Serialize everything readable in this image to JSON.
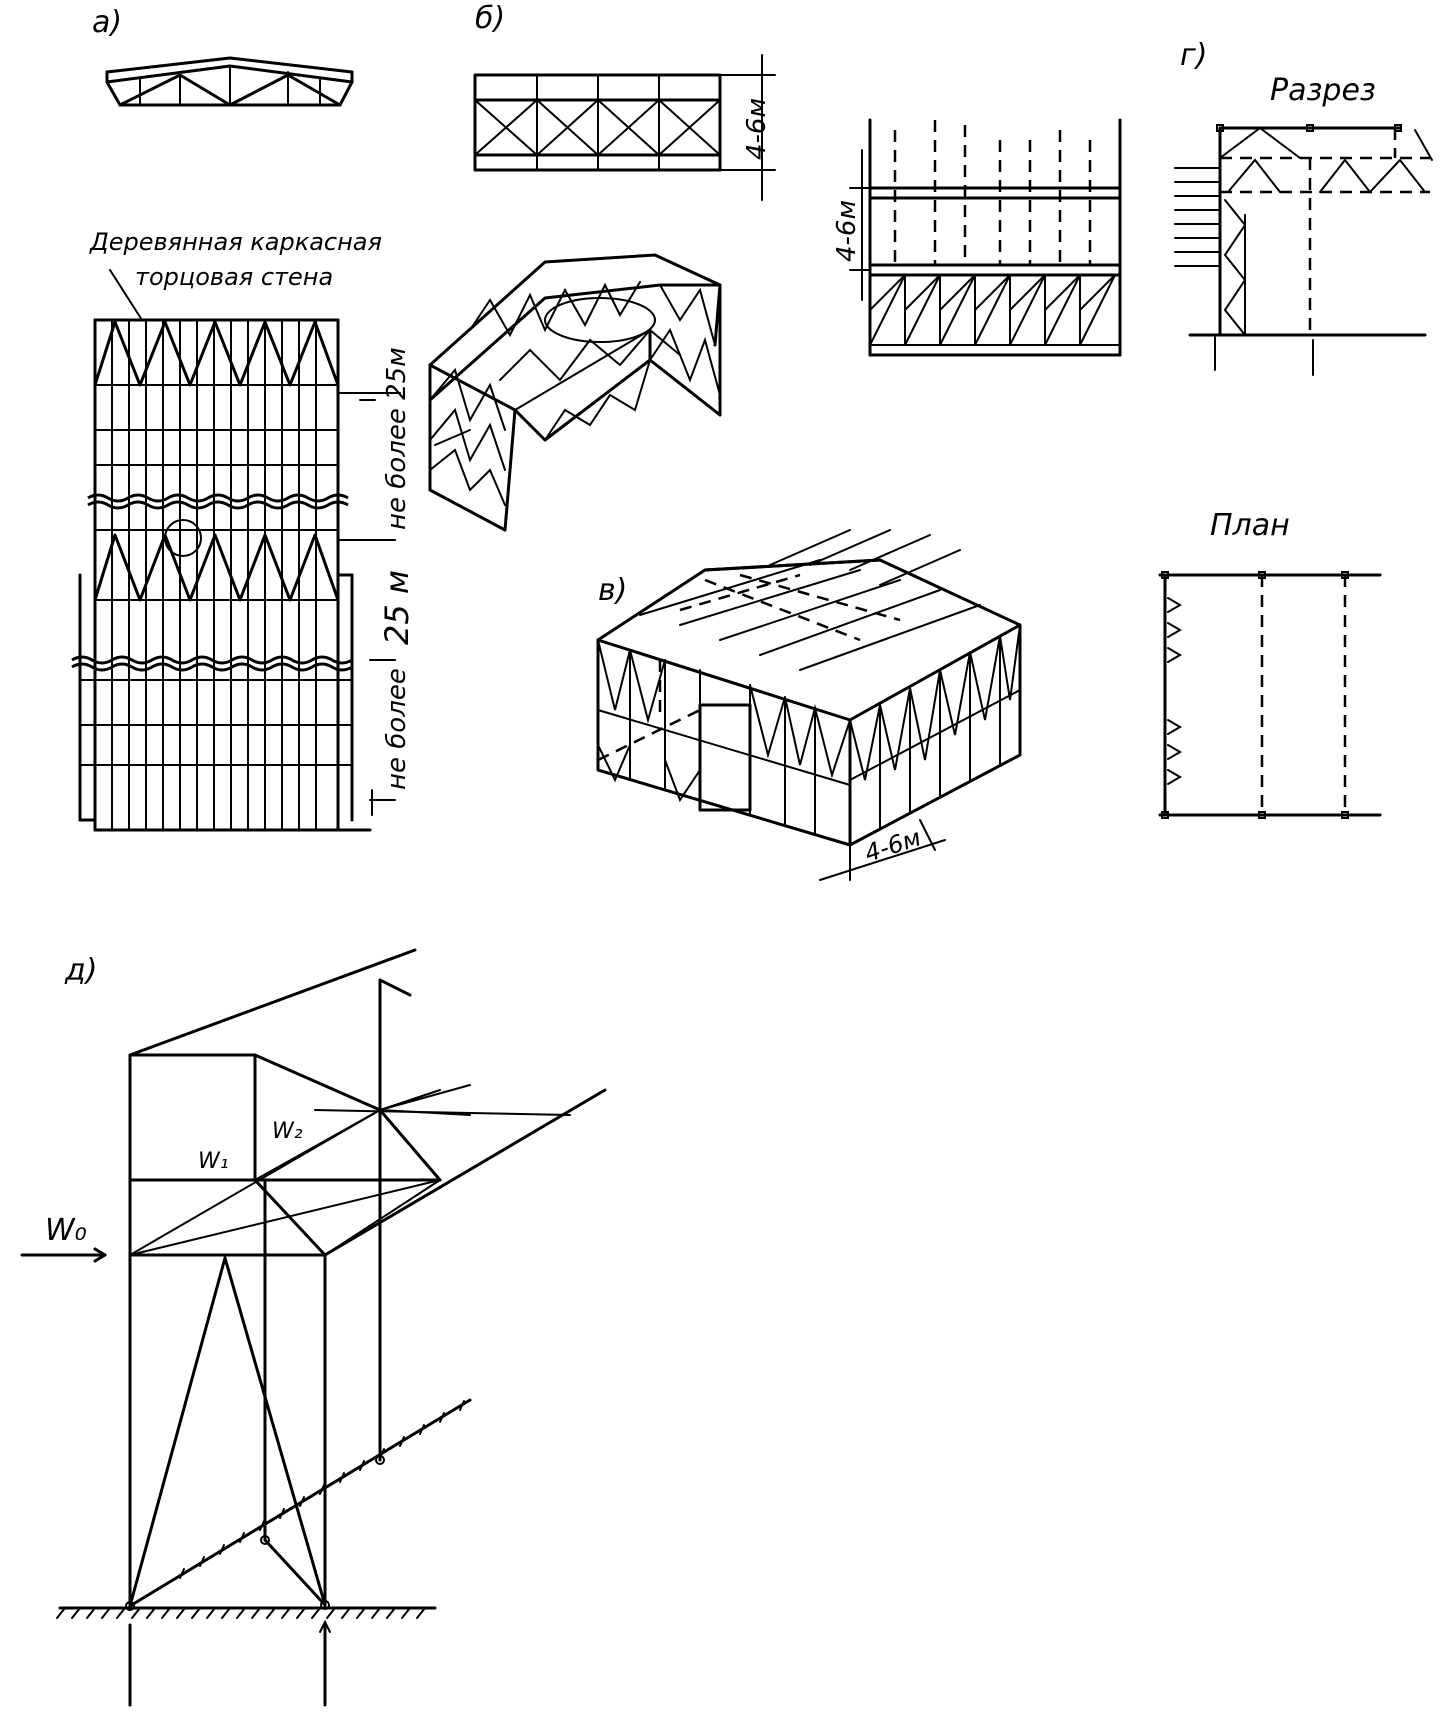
{
  "labels": {
    "a": "а)",
    "b": "б)",
    "v": "в)",
    "g": "г)",
    "d": "д)",
    "section": "Разрез",
    "plan": "План",
    "end_wall_line1": "Деревянная каркасная",
    "end_wall_line2": "торцовая стена",
    "max25_top": "не более 25м",
    "span25": "25 м",
    "max25_bottom": "не более",
    "dim_b": "4-6м",
    "dim_mid": "4-6м",
    "dim_v": "4-6м",
    "w0": "W₀",
    "w1": "W₁",
    "w2": "W₂"
  }
}
